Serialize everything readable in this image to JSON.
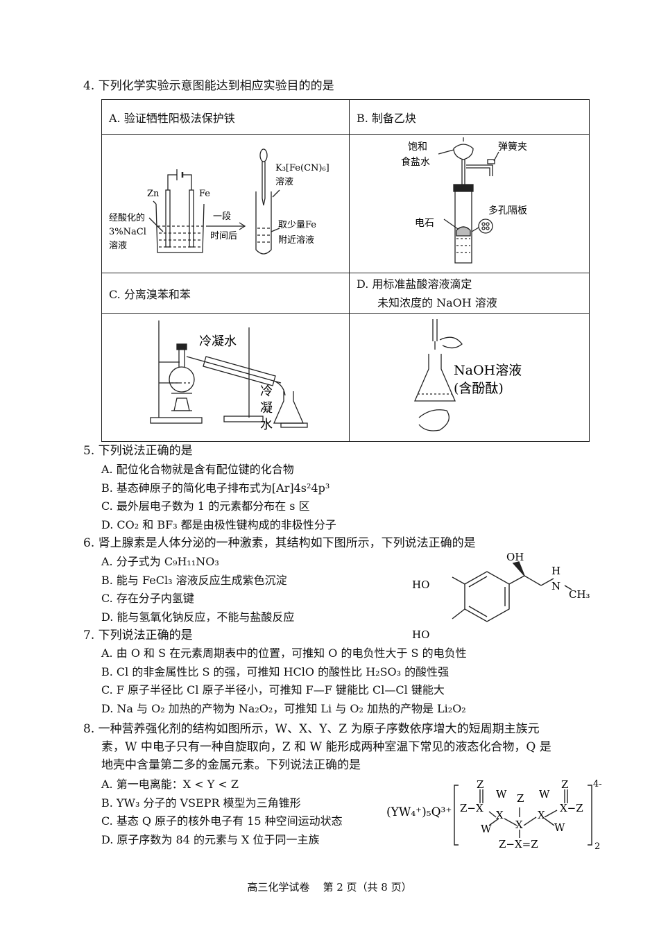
{
  "q4": {
    "stem": "4.  下列化学实验示意图能达到相应实验目的的是",
    "a": {
      "title": "A.  验证牺牲阳极法保护铁",
      "labels": [
        "Zn",
        "Fe",
        "经酸化的",
        "3%NaCl",
        "溶液",
        "一段",
        "时间后",
        "K₃[Fe(CN)₆]",
        "溶液",
        "取少量Fe",
        "附近溶液"
      ]
    },
    "b": {
      "title": "B.  制备乙炔",
      "labels": [
        "饱和",
        "食盐水",
        "弹簧夹",
        "多孔隔板",
        "电石"
      ]
    },
    "c": {
      "title": "C.  分离溴苯和苯",
      "labels": [
        "冷凝水",
        "冷",
        "凝",
        "水"
      ]
    },
    "d": {
      "title1": "D.  用标准盐酸溶液滴定",
      "title2": "未知浓度的 NaOH 溶液",
      "labels": [
        "NaOH溶液",
        "(含酚酞)"
      ]
    }
  },
  "q5": {
    "stem": "5.  下列说法正确的是",
    "options": [
      "A.  配位化合物就是含有配位键的化合物",
      "B.  基态砷原子的简化电子排布式为[Ar]4s²4p³",
      "C.  最外层电子数为 1 的元素都分布在 s 区",
      "D.  CO₂ 和 BF₃ 都是由极性键构成的非极性分子"
    ]
  },
  "q6": {
    "stem": "6.  肾上腺素是人体分泌的一种激素，其结构如下图所示，下列说法正确的是",
    "options": [
      "A.  分子式为 C₉H₁₁NO₃",
      "B.  能与 FeCl₃ 溶液反应生成紫色沉淀",
      "C.  存在分子内氢键",
      "D.  能与氢氧化钠反应，不能与盐酸反应"
    ],
    "structure_labels": [
      "OH",
      "H",
      "N",
      "CH₃",
      "HO",
      "HO"
    ]
  },
  "q7": {
    "stem": "7.  下列说法正确的是",
    "options": [
      "A.  由 O 和 S 在元素周期表中的位置，可推知 O 的电负性大于 S 的电负性",
      "B.  Cl 的非金属性比 S 的强，可推知 HClO 的酸性比 H₂SO₃ 的酸性强",
      "C.  F 原子半径比 Cl 原子半径小，可推知 F—F 键能比 Cl—Cl 键能大",
      "D.  Na 与 O₂ 加热的产物为 Na₂O₂，可推知 Li 与 O₂ 加热的产物是 Li₂O₂"
    ]
  },
  "q8": {
    "stem1": "8.  一种营养强化剂的结构如图所示，W、X、Y、Z 为原子序数依序增大的短周期主族元",
    "stem2": "素，W 中电子只有一种自旋取向，Z 和 W 能形成两种室温下常见的液态化合物，Q 是",
    "stem3": "地壳中含量第二多的金属元素。下列说法正确的是",
    "options": [
      "A.  第一电离能：X < Y < Z",
      "B.  YW₃ 分子的 VSEPR 模型为三角锥形",
      "C.  基态 Q 原子的核外电子有 15 种空间运动状态",
      "D.  原子序数为 84 的元素与 X 位于同一主族"
    ],
    "cation": "(YW₄⁺)₅Q³⁺",
    "charge": "4-",
    "subscript": "2",
    "atoms": [
      "Z",
      "W",
      "Z",
      "W",
      "Z",
      "Z−X",
      "X",
      "X",
      "X−Z",
      "W",
      "X",
      "W",
      "Z−X=Z"
    ]
  },
  "footer": "高三化学试卷    第 2 页（共 8 页）"
}
